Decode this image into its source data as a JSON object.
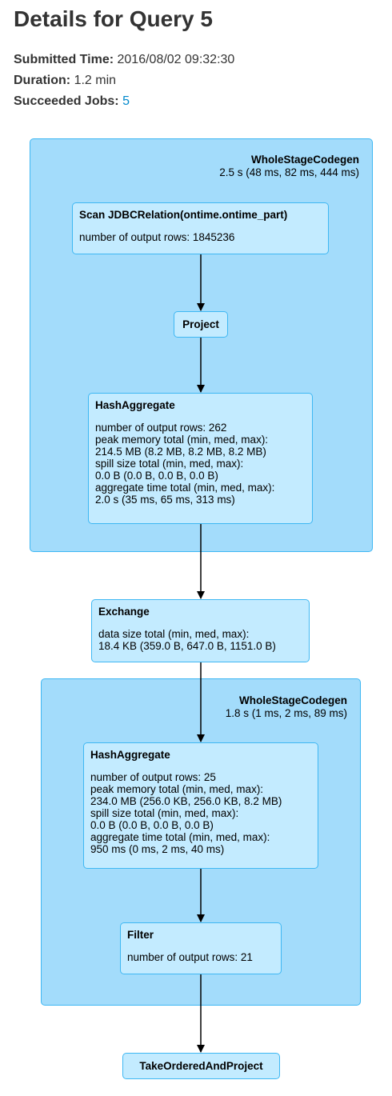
{
  "page": {
    "title": "Details for Query 5"
  },
  "summary": {
    "submitted_label": "Submitted Time:",
    "submitted_value": "2016/08/02 09:32:30",
    "duration_label": "Duration:",
    "duration_value": "1.2 min",
    "jobs_label": "Succeeded Jobs:",
    "jobs_value": "5"
  },
  "clusters": [
    {
      "name": "WholeStageCodegen",
      "time": "2.5 s (48 ms, 82 ms, 444 ms)"
    },
    {
      "name": "WholeStageCodegen",
      "time": "1.8 s (1 ms, 2 ms, 89 ms)"
    }
  ],
  "nodes": {
    "scan": {
      "title": "Scan JDBCRelation(ontime.ontime_part)",
      "metrics": [
        "number of output rows: 1845236"
      ]
    },
    "project": {
      "title": "Project"
    },
    "hash_agg_1": {
      "title": "HashAggregate",
      "metrics": [
        "number of output rows: 262",
        "peak memory total (min, med, max):",
        "214.5 MB (8.2 MB, 8.2 MB, 8.2 MB)",
        "spill size total (min, med, max):",
        "0.0 B (0.0 B, 0.0 B, 0.0 B)",
        "aggregate time total (min, med, max):",
        "2.0 s (35 ms, 65 ms, 313 ms)"
      ]
    },
    "exchange": {
      "title": "Exchange",
      "metrics": [
        "data size total (min, med, max):",
        "18.4 KB (359.0 B, 647.0 B, 1151.0 B)"
      ]
    },
    "hash_agg_2": {
      "title": "HashAggregate",
      "metrics": [
        "number of output rows: 25",
        "peak memory total (min, med, max):",
        "234.0 MB (256.0 KB, 256.0 KB, 8.2 MB)",
        "spill size total (min, med, max):",
        "0.0 B (0.0 B, 0.0 B, 0.0 B)",
        "aggregate time total (min, med, max):",
        "950 ms (0 ms, 2 ms, 40 ms)"
      ]
    },
    "filter": {
      "title": "Filter",
      "metrics": [
        "number of output rows: 21"
      ]
    },
    "take_ordered": {
      "title": "TakeOrderedAndProject"
    }
  },
  "colors": {
    "cluster_fill": "#a3dcfb",
    "node_fill": "#c3ebff",
    "border": "#3eb7f3",
    "link": "#0088cc"
  }
}
